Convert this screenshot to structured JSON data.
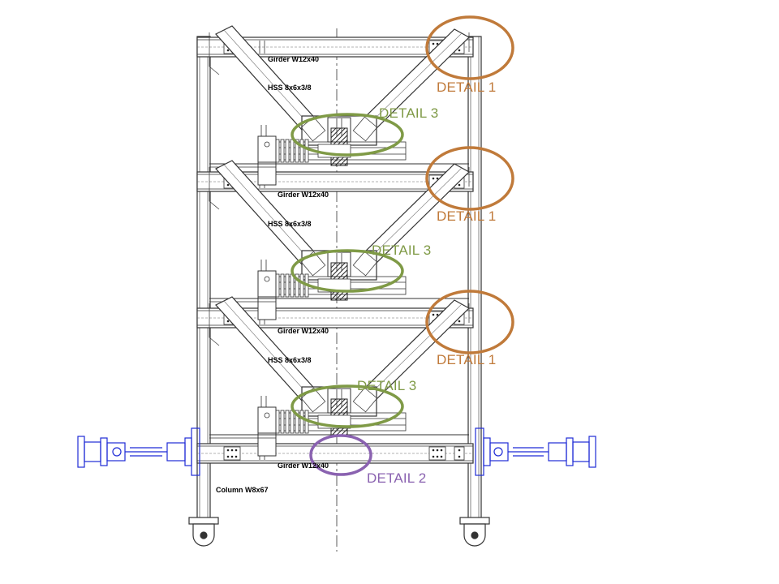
{
  "drawing": {
    "girder_label": "Girder  W12x40",
    "hss_label": "HSS 8x6x3/8",
    "column_label": "Column W8x67"
  },
  "callouts": {
    "detail_1": "DETAIL 1",
    "detail_2": "DETAIL 2",
    "detail_3": "DETAIL 3"
  },
  "colors": {
    "detail_1": "#c07a3a",
    "detail_2": "#8a62b0",
    "detail_3": "#7f9a46",
    "actuator": "#1f2bd6",
    "steel": "#333333"
  }
}
